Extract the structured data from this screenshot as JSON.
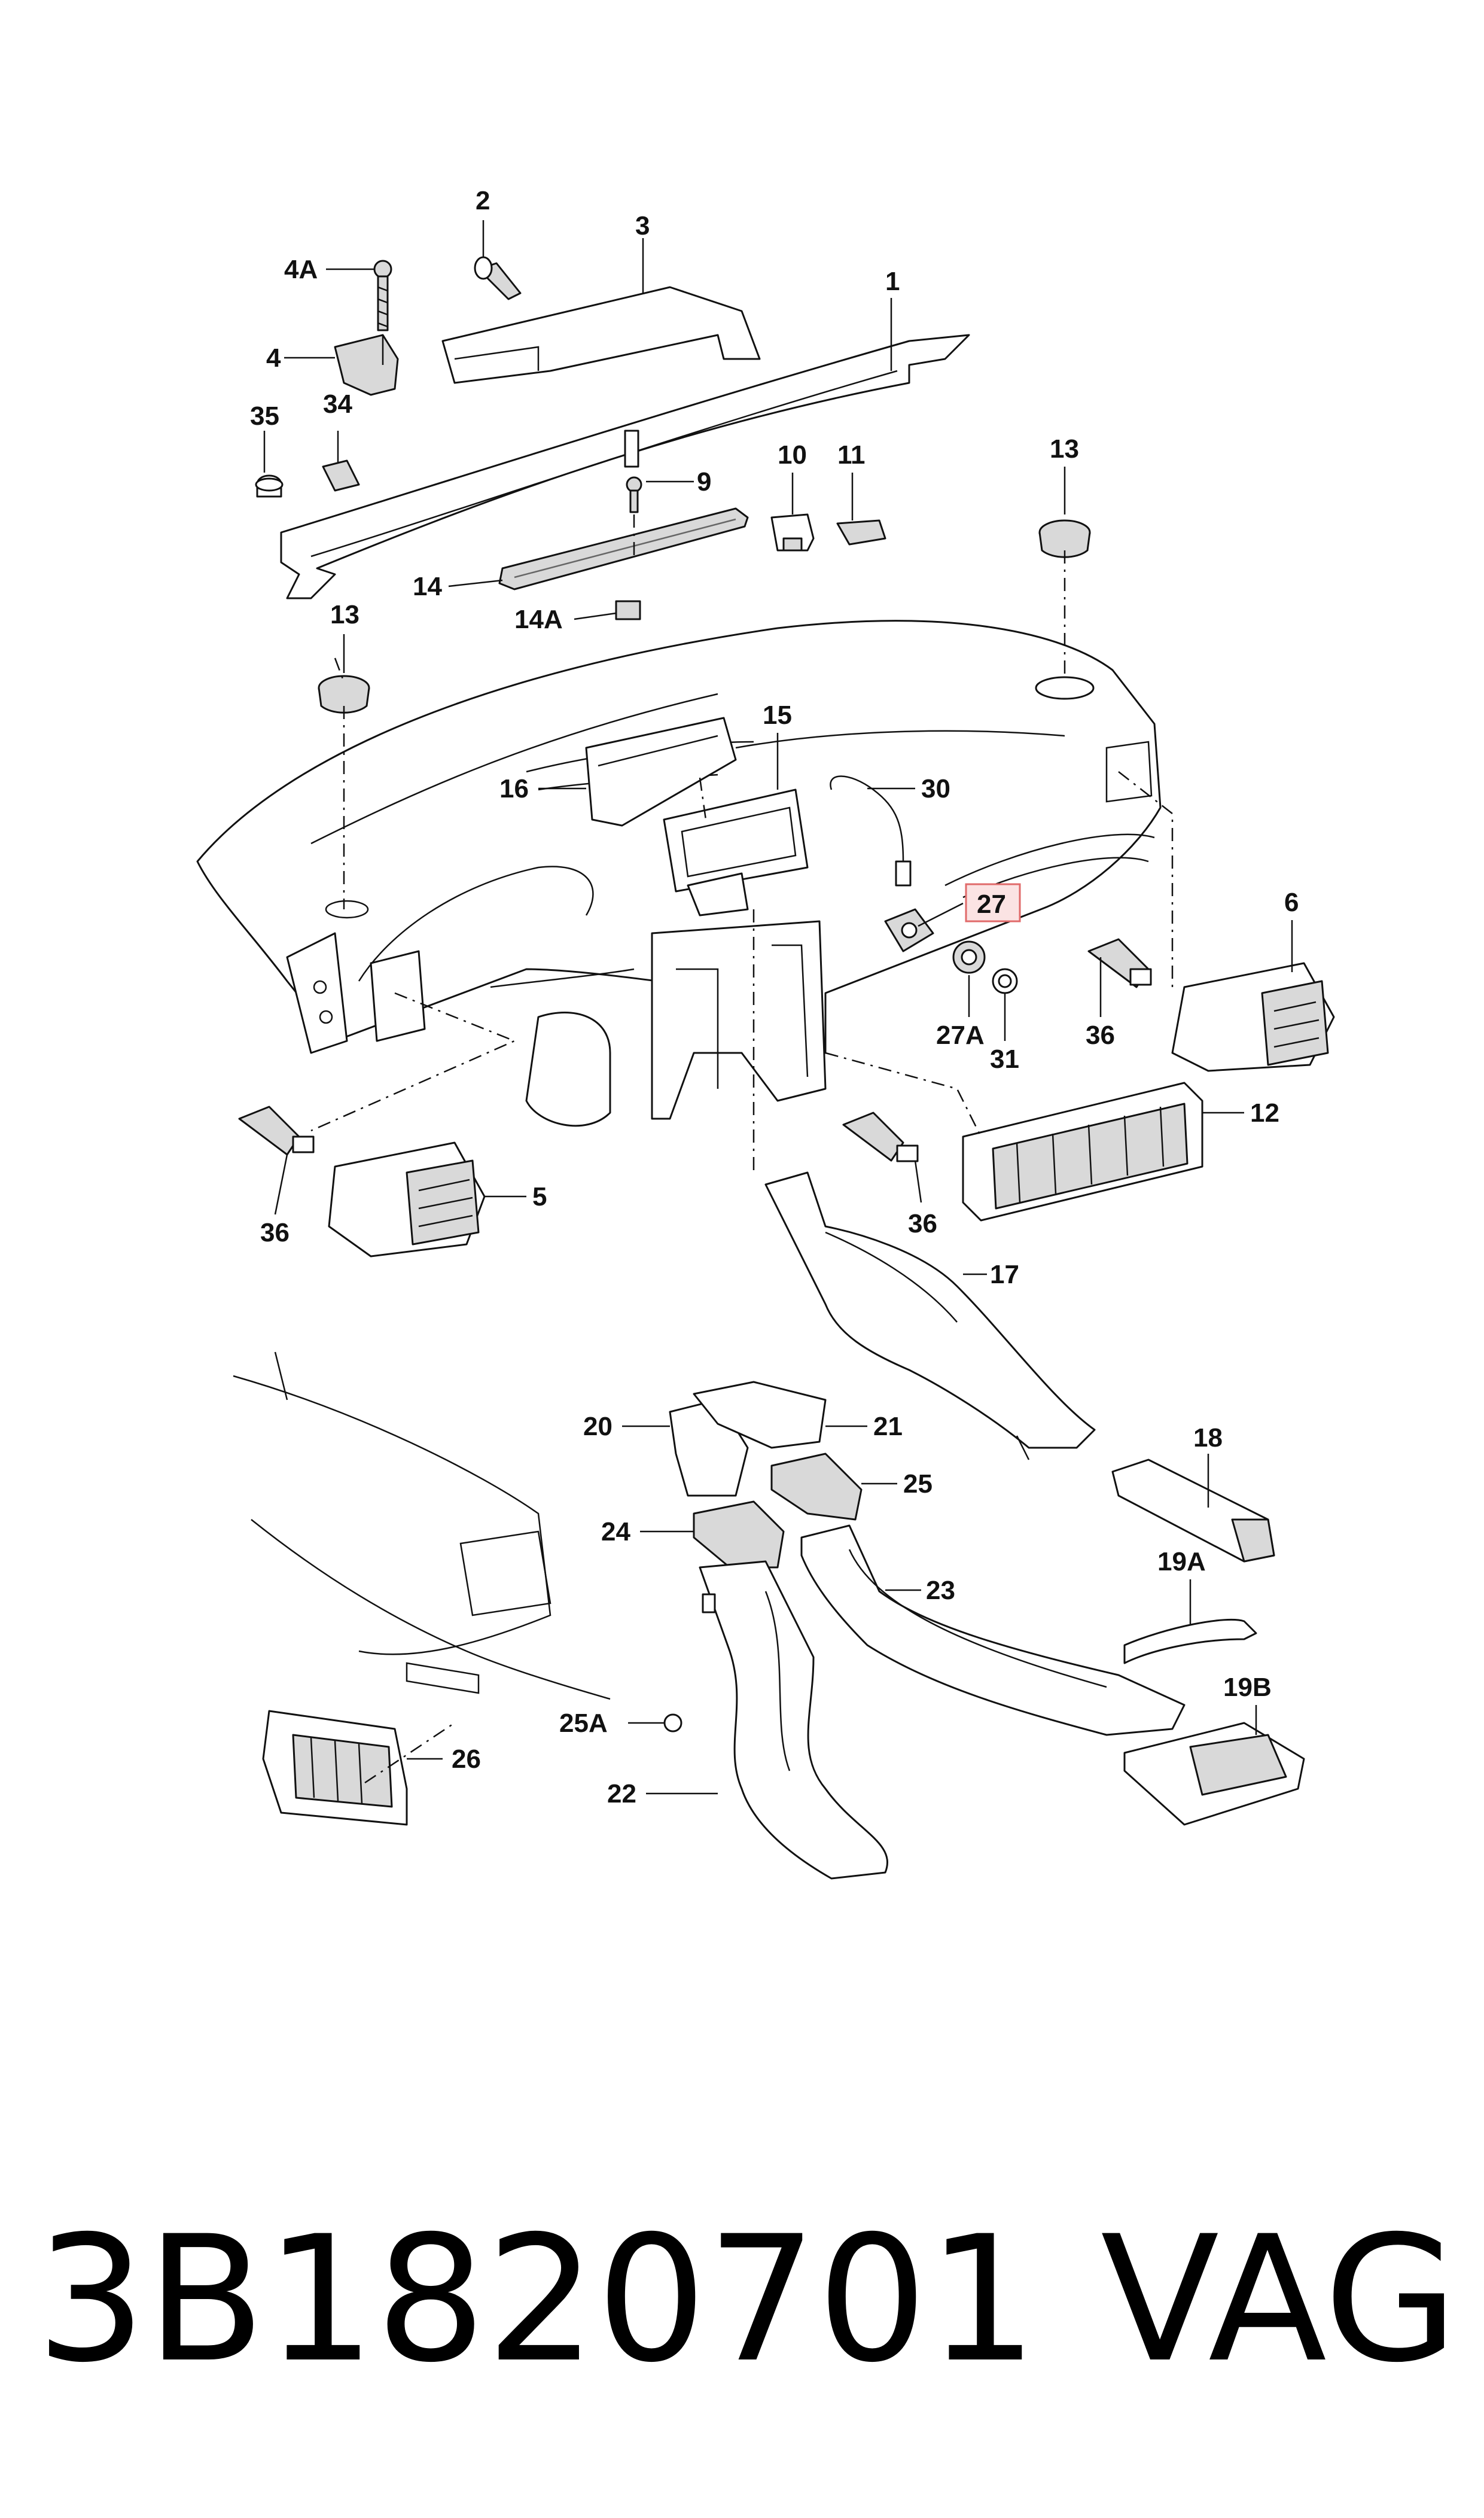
{
  "diagram": {
    "callouts": [
      {
        "id": "c-1",
        "label": "1"
      },
      {
        "id": "c-2",
        "label": "2"
      },
      {
        "id": "c-3",
        "label": "3"
      },
      {
        "id": "c-4A",
        "label": "4A"
      },
      {
        "id": "c-4",
        "label": "4"
      },
      {
        "id": "c-34",
        "label": "34"
      },
      {
        "id": "c-35",
        "label": "35"
      },
      {
        "id": "c-9",
        "label": "9"
      },
      {
        "id": "c-10",
        "label": "10"
      },
      {
        "id": "c-11",
        "label": "11"
      },
      {
        "id": "c-13a",
        "label": "13"
      },
      {
        "id": "c-14",
        "label": "14"
      },
      {
        "id": "c-14A",
        "label": "14A"
      },
      {
        "id": "c-13b",
        "label": "13"
      },
      {
        "id": "c-15",
        "label": "15"
      },
      {
        "id": "c-16",
        "label": "16"
      },
      {
        "id": "c-30",
        "label": "30"
      },
      {
        "id": "c-27",
        "label": "27",
        "highlighted": true
      },
      {
        "id": "c-6",
        "label": "6"
      },
      {
        "id": "c-27A",
        "label": "27A"
      },
      {
        "id": "c-31",
        "label": "31"
      },
      {
        "id": "c-36a",
        "label": "36"
      },
      {
        "id": "c-12",
        "label": "12"
      },
      {
        "id": "c-36b",
        "label": "36"
      },
      {
        "id": "c-5",
        "label": "5"
      },
      {
        "id": "c-36c",
        "label": "36"
      },
      {
        "id": "c-17",
        "label": "17"
      },
      {
        "id": "c-20",
        "label": "20"
      },
      {
        "id": "c-21",
        "label": "21"
      },
      {
        "id": "c-18",
        "label": "18"
      },
      {
        "id": "c-25",
        "label": "25"
      },
      {
        "id": "c-24",
        "label": "24"
      },
      {
        "id": "c-23",
        "label": "23"
      },
      {
        "id": "c-19A",
        "label": "19A"
      },
      {
        "id": "c-19B",
        "label": "19B"
      },
      {
        "id": "c-25A",
        "label": "25A"
      },
      {
        "id": "c-26",
        "label": "26"
      },
      {
        "id": "c-22",
        "label": "22"
      }
    ],
    "highlight_color": "#e06a6a"
  },
  "footer": {
    "part_number": "3B1820701",
    "brand": "VAG"
  }
}
